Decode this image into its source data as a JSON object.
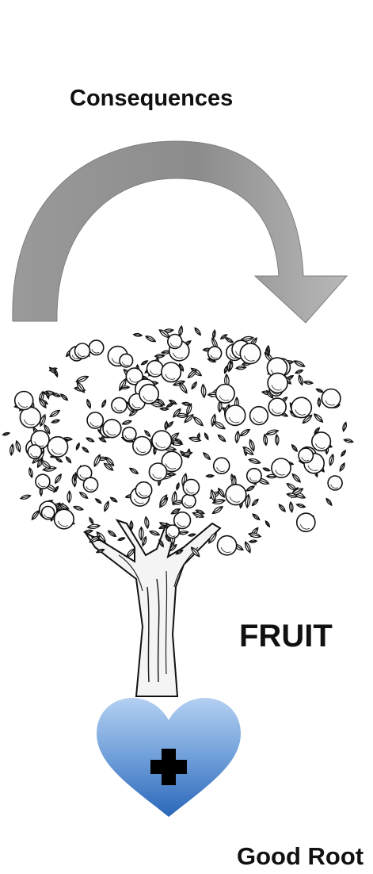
{
  "labels": {
    "consequences": "Consequences",
    "fruit": "FRUIT",
    "good_root": "Good Root"
  },
  "icons": {
    "arrow": "curved-arrow-icon",
    "tree": "fruit-tree-icon",
    "heart": "heart-icon",
    "plus": "plus-icon"
  },
  "colors": {
    "arrow_fill": "#8f8f8f",
    "arrow_shade": "#b5b5b5",
    "heart_top": "#a9c9ef",
    "heart_bottom": "#2f6fc0",
    "plus": "#000000",
    "text": "#111111"
  }
}
